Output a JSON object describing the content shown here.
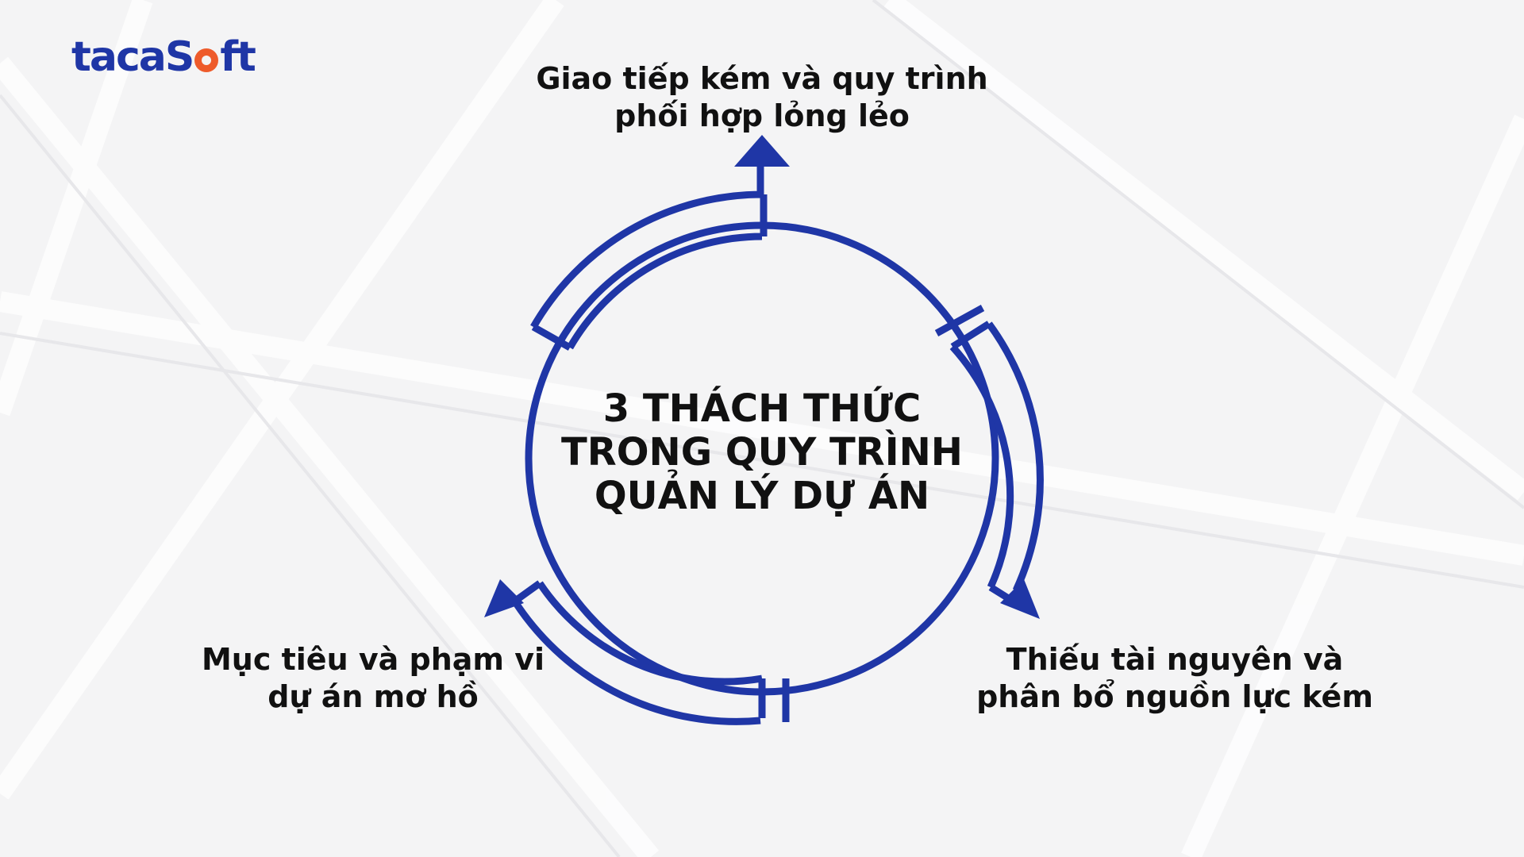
{
  "brand": {
    "logo_part1": "taca",
    "logo_part2": "S",
    "logo_part3": "ft",
    "logo_icon": "sun-o-icon",
    "color_primary": "#1f36a6",
    "color_accent": "#ee5b2b"
  },
  "diagram": {
    "center_title": [
      "3 THÁCH THỨC",
      "TRONG QUY TRÌNH",
      "QUẢN LÝ DỰ ÁN"
    ],
    "challenges": [
      {
        "lines": [
          "Giao tiếp kém và quy trình",
          "phối hợp lỏng lẻo"
        ]
      },
      {
        "lines": [
          "Thiếu tài nguyên và",
          "phân bổ nguồn lực kém"
        ]
      },
      {
        "lines": [
          "Mục tiêu và phạm vi",
          "dự án mơ hồ"
        ]
      }
    ],
    "stroke_color": "#1f36a6"
  }
}
